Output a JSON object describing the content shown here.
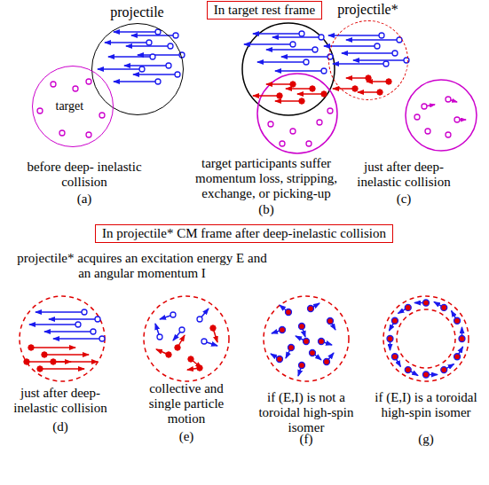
{
  "diagram": {
    "nodes": [
      {
        "text": [
          "In target rest frame"
        ]
      },
      {
        "text": [
          "projectile"
        ]
      },
      {
        "text": [
          "target"
        ]
      },
      {
        "text": [
          "projectile*"
        ]
      },
      {
        "text": [
          "In projectile* CM frame after deep-inelastic collision"
        ]
      }
    ],
    "labels": [
      "before deep- inelastic collision",
      "(a)",
      "target participants suffer momentum loss, stripping, exchange, or picking-up",
      "(b)",
      "just after deep- inelastic collision",
      "(c)",
      "projectile* acquires an excitation energy E and an angular momentum I",
      "just after deep- inelastic collision",
      "(d)",
      "collective and single particle motion",
      "(e)",
      "if (E,I) is not a toroidal high-spin isomer",
      "(f)",
      "if (E,I) is a toroidal high-spin isomer",
      "(g)"
    ]
  }
}
